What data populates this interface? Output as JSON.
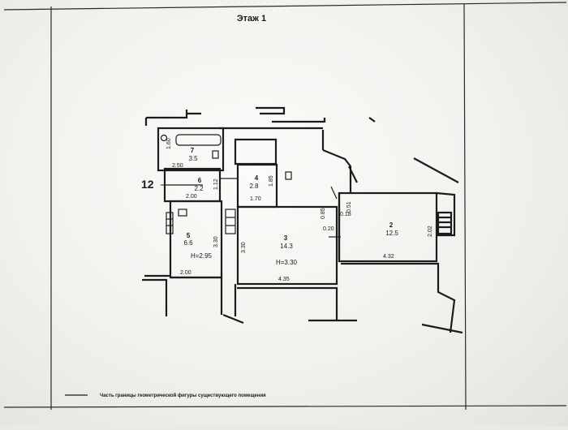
{
  "title": "Этаж 1",
  "callout": "12",
  "rooms": [
    {
      "number": "7",
      "area": "3.5"
    },
    {
      "number": "6",
      "area": "2.2"
    },
    {
      "number": "4",
      "area": "2.8"
    },
    {
      "number": "5",
      "area": "6.6",
      "height": "H=2.95"
    },
    {
      "number": "3",
      "area": "14.3",
      "height": "H=3.30"
    },
    {
      "number": "2",
      "area": "12.5"
    }
  ],
  "dims": [
    "1.60",
    "2.50",
    "2.00",
    "1.12",
    "1.70",
    "1.85",
    "3.30",
    "2.00",
    "3.30",
    "4.35",
    "0.85",
    "0.51",
    "0.18",
    "0.20",
    "2.02",
    "4.32"
  ],
  "legend": "Часть границы геометрической фигуры существующего помещения"
}
